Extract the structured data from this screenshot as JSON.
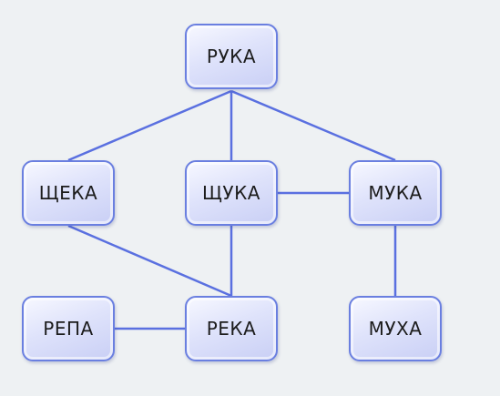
{
  "diagram": {
    "edge_color": "#5a70e0",
    "nodes": [
      {
        "id": "ruka",
        "label": "РУКА"
      },
      {
        "id": "scheka",
        "label": "ЩЕКА"
      },
      {
        "id": "schuka",
        "label": "ЩУКА"
      },
      {
        "id": "muka",
        "label": "МУКА"
      },
      {
        "id": "repa",
        "label": "РЕПА"
      },
      {
        "id": "reka",
        "label": "РЕКА"
      },
      {
        "id": "muha",
        "label": "МУХА"
      }
    ],
    "edges": [
      [
        "ruka",
        "scheka"
      ],
      [
        "ruka",
        "schuka"
      ],
      [
        "ruka",
        "muka"
      ],
      [
        "schuka",
        "muka"
      ],
      [
        "scheka",
        "reka"
      ],
      [
        "schuka",
        "reka"
      ],
      [
        "repa",
        "reka"
      ],
      [
        "muka",
        "muha"
      ]
    ]
  }
}
